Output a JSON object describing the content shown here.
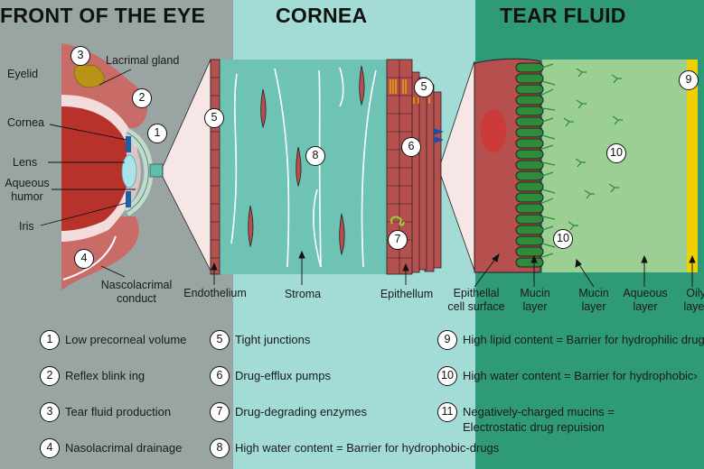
{
  "sections": {
    "front": {
      "title": "FRONT OF THE EYE"
    },
    "cornea": {
      "title": "CORNEA"
    },
    "tear": {
      "title": "TEAR FLUID"
    }
  },
  "colors": {
    "front_bg": "#9aa5a3",
    "cornea_bg": "#a3dcd7",
    "tear_bg": "#2f9a78",
    "stroma": "#6fc3b4",
    "tissue_red": "#b5504f",
    "eyeball_red": "#b8322c",
    "aqueous_layer": "#9bcf94",
    "oily_layer": "#f0d000",
    "mucin": "#2e8b3a",
    "tight_junction": "#e8a400",
    "efflux_pump": "#1f4f9e",
    "enzyme": "#9ad13a"
  },
  "eye_labels": {
    "eyelid": "Eyelid",
    "lacrimal_gland": "Lacrimal gland",
    "cornea": "Cornea",
    "lens": "Lens",
    "aqueous_humor_1": "Aqueous",
    "aqueous_humor_2": "humor",
    "iris": "Iris",
    "nasolacrimal_1": "Nascolacrimal",
    "nasolacrimal_2": "conduct"
  },
  "layer_labels": {
    "endothelium": "Endothelium",
    "stroma": "Stroma",
    "epithelium": "Epithellum",
    "epithelial_surface_1": "Epithellal",
    "epithelial_surface_2": "cell surface",
    "mucin_layer_a_1": "Mucin",
    "mucin_layer_a_2": "layer",
    "mucin_layer_b_1": "Mucin",
    "mucin_layer_b_2": "layer",
    "aqueous_layer_1": "Aqueous",
    "aqueous_layer_2": "layer",
    "oily_layer_1": "Oily",
    "oily_layer_2": "layer"
  },
  "badges": {
    "b1": "1",
    "b2": "2",
    "b3": "3",
    "b4": "4",
    "b5a": "5",
    "b5b": "5",
    "b6": "6",
    "b7": "7",
    "b8": "8",
    "b9": "9",
    "b10a": "10",
    "b10b": "10"
  },
  "legend": [
    {
      "num": "1",
      "text": "Low precorneal volume"
    },
    {
      "num": "2",
      "text": "Reflex blink ing"
    },
    {
      "num": "3",
      "text": "Tear fluid production"
    },
    {
      "num": "4",
      "text": "Nasolacrimal drainage"
    },
    {
      "num": "5",
      "text": "Tight junctions"
    },
    {
      "num": "6",
      "text": "Drug-efflux pumps"
    },
    {
      "num": "7",
      "text": "Drug-degrading enzymes"
    },
    {
      "num": "8",
      "text": "High water content = Barrier for hydrophobic-drugs"
    },
    {
      "num": "9",
      "text": "High lipid content = Barrier for hydrophilic drugs"
    },
    {
      "num": "10",
      "text": "High water content = Barrier for hydrophobic›"
    },
    {
      "num": "11",
      "text": "Negatively-charged mucins = Electrostatic drug repuision"
    }
  ]
}
